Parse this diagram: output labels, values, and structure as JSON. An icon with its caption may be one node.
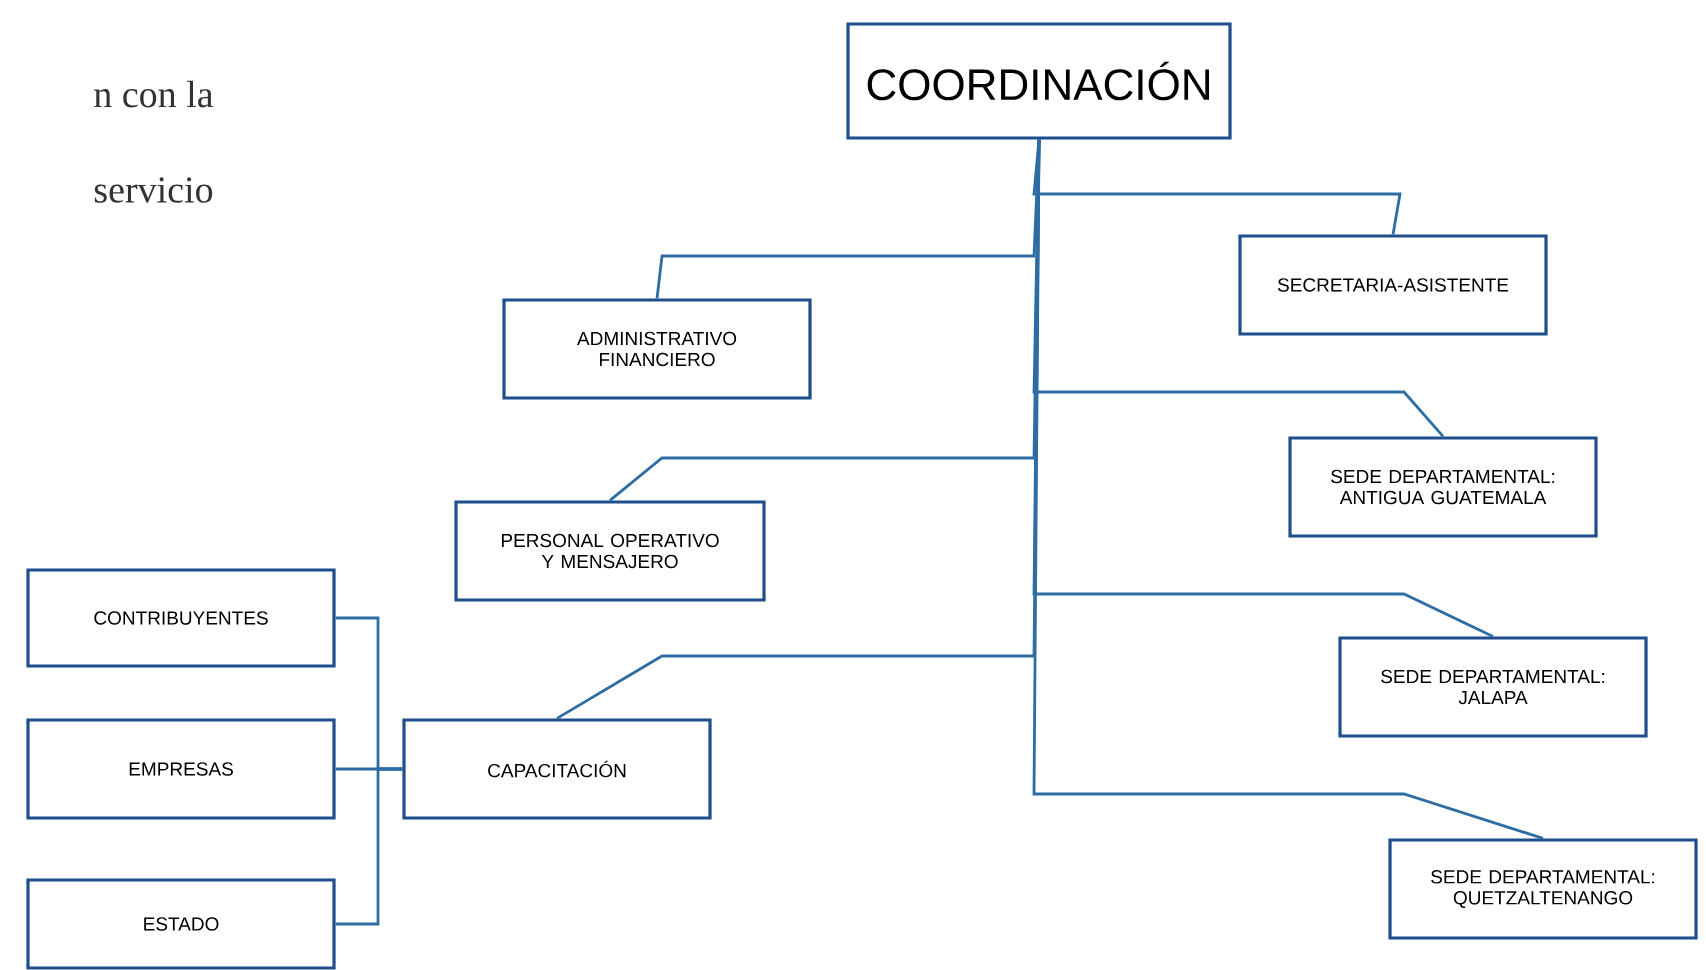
{
  "diagram": {
    "nodes": [
      {
        "text": [
          "COORDINACIÓN"
        ]
      },
      {
        "text": [
          "SECRETARIA-ASISTENTE"
        ]
      },
      {
        "text": [
          "ADMINISTRATIVO FINANCIERO"
        ]
      },
      {
        "text": [
          "SEDE DEPARTAMENTAL: ANTIGUA GUATEMALA"
        ]
      },
      {
        "text": [
          "PERSONAL OPERATIVO Y MENSAJERO"
        ]
      },
      {
        "text": [
          "SEDE DEPARTAMENTAL: JALAPA"
        ]
      },
      {
        "text": [
          "CAPACITACIÓN"
        ]
      },
      {
        "text": [
          "SEDE DEPARTAMENTAL: QUETZALTENANGO"
        ]
      },
      {
        "text": [
          "CONTRIBUYENTES"
        ]
      },
      {
        "text": [
          "EMPRESAS"
        ]
      },
      {
        "text": [
          "ESTADO"
        ]
      }
    ],
    "edges": [
      {
        "from": 0,
        "to": 1,
        "arrow": "none"
      },
      {
        "from": 0,
        "to": 2,
        "arrow": "none"
      },
      {
        "from": 0,
        "to": 3,
        "arrow": "none"
      },
      {
        "from": 0,
        "to": 4,
        "arrow": "none"
      },
      {
        "from": 0,
        "to": 5,
        "arrow": "none"
      },
      {
        "from": 0,
        "to": 6,
        "arrow": "none"
      },
      {
        "from": 0,
        "to": 7,
        "arrow": "none"
      },
      {
        "from": 8,
        "to": 6,
        "arrow": "none"
      },
      {
        "from": 9,
        "to": 6,
        "arrow": "none"
      },
      {
        "from": 10,
        "to": 6,
        "arrow": "none"
      }
    ],
    "labels": [
      "n con la",
      "servicio"
    ]
  }
}
